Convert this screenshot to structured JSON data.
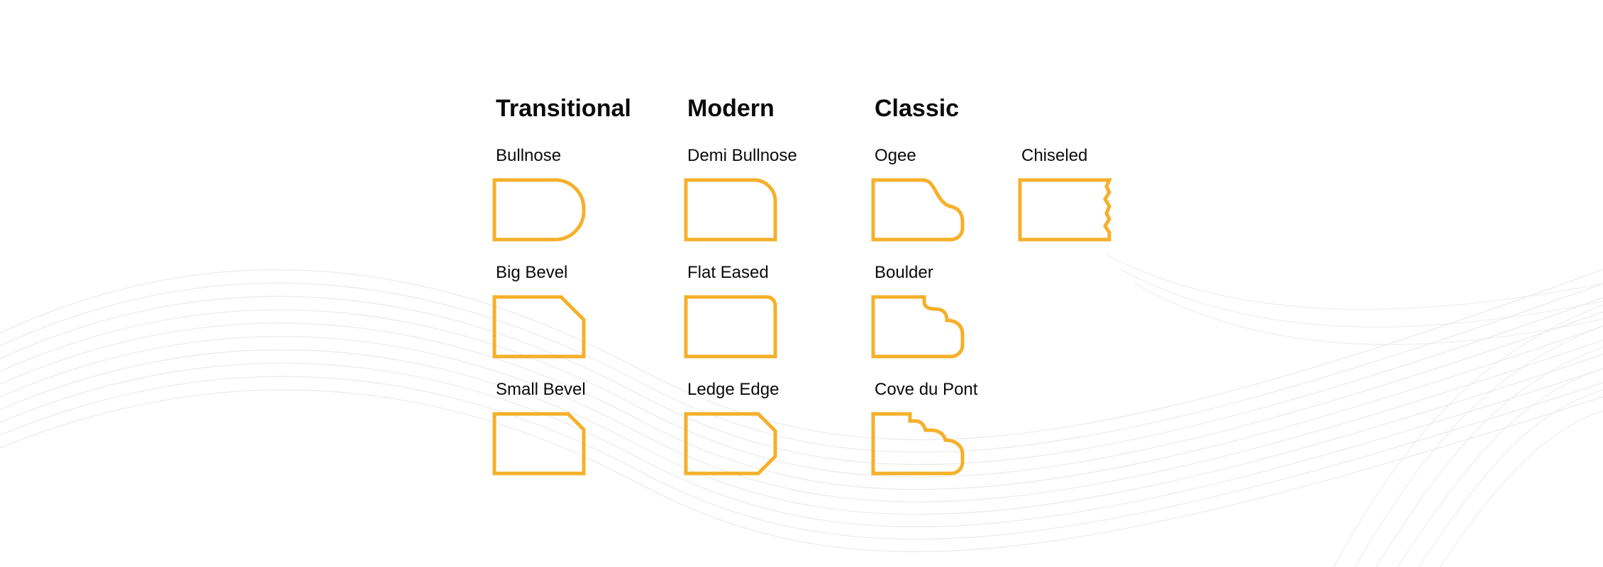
{
  "accent_color": "#f5b02a",
  "categories": [
    {
      "title": "Transitional",
      "items": [
        {
          "label": "Bullnose",
          "icon": "bullnose-edge-icon"
        },
        {
          "label": "Big Bevel",
          "icon": "big-bevel-edge-icon"
        },
        {
          "label": "Small Bevel",
          "icon": "small-bevel-edge-icon"
        }
      ]
    },
    {
      "title": "Modern",
      "items": [
        {
          "label": "Demi Bullnose",
          "icon": "demi-bullnose-edge-icon"
        },
        {
          "label": "Flat Eased",
          "icon": "flat-eased-edge-icon"
        },
        {
          "label": "Ledge Edge",
          "icon": "ledge-edge-icon"
        }
      ]
    },
    {
      "title": "Classic",
      "items": [
        {
          "label": "Ogee",
          "icon": "ogee-edge-icon"
        },
        {
          "label": "Boulder",
          "icon": "boulder-edge-icon"
        },
        {
          "label": "Cove du Pont",
          "icon": "cove-du-pont-edge-icon"
        },
        {
          "label": "Chiseled",
          "icon": "chiseled-edge-icon"
        }
      ]
    }
  ]
}
